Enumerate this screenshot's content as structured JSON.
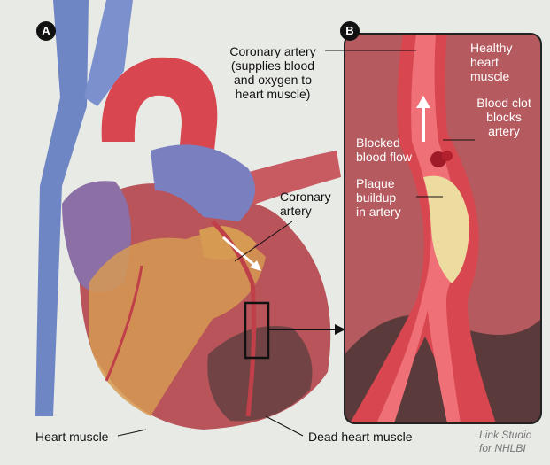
{
  "panels": {
    "a_label": "A",
    "b_label": "B"
  },
  "labels": {
    "coronary_artery_top_1": "Coronary artery",
    "coronary_artery_top_2": "(supplies blood",
    "coronary_artery_top_3": "and oxygen to",
    "coronary_artery_top_4": "heart muscle)",
    "healthy_1": "Healthy",
    "healthy_2": "heart",
    "healthy_3": "muscle",
    "clot_1": "Blood clot",
    "clot_2": "blocks",
    "clot_3": "artery",
    "blocked_1": "Blocked",
    "blocked_2": "blood flow",
    "plaque_1": "Plaque",
    "plaque_2": "buildup",
    "plaque_3": "in artery",
    "coronary_mid_1": "Coronary",
    "coronary_mid_2": "artery",
    "heart_muscle": "Heart muscle",
    "dead_muscle": "Dead heart muscle"
  },
  "credit": {
    "line1": "Link Studio",
    "line2": "for NHLBI"
  },
  "colors": {
    "background": "#e8eae5",
    "muscle": "#b8545a",
    "vein": "#6f86c4",
    "artery": "#d8474f",
    "fat": "#d69a52",
    "dead": "#5a3a3a"
  }
}
